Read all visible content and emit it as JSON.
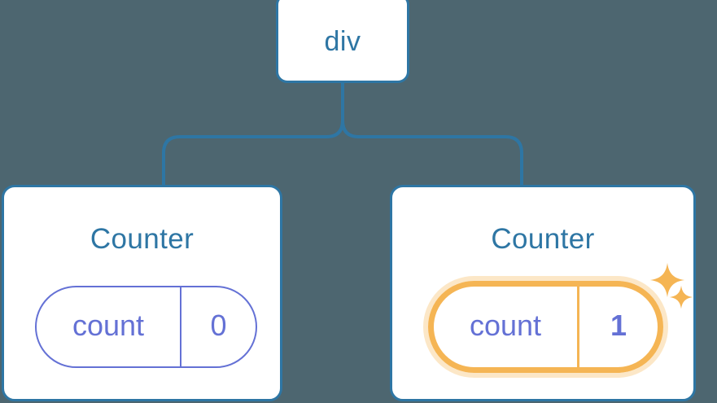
{
  "canvas": {
    "background_color": "#4d6670",
    "edge_color": "#2e76a4"
  },
  "tree": {
    "root": {
      "label": "div",
      "text_color": "#2e76a4",
      "border_color": "#2e76a4",
      "fill_color": "#ffffff"
    },
    "children": [
      {
        "title": "Counter",
        "state": {
          "key": "count",
          "value": "0"
        },
        "highlighted": false,
        "pill_color": "#6471d5",
        "sparkles": []
      },
      {
        "title": "Counter",
        "state": {
          "key": "count",
          "value": "1"
        },
        "highlighted": true,
        "pill_color": "#f5b554",
        "pill_glow_color": "#fbdca8",
        "value_color": "#6471d5",
        "sparkles": [
          "sparkle-large",
          "sparkle-small"
        ]
      }
    ]
  }
}
